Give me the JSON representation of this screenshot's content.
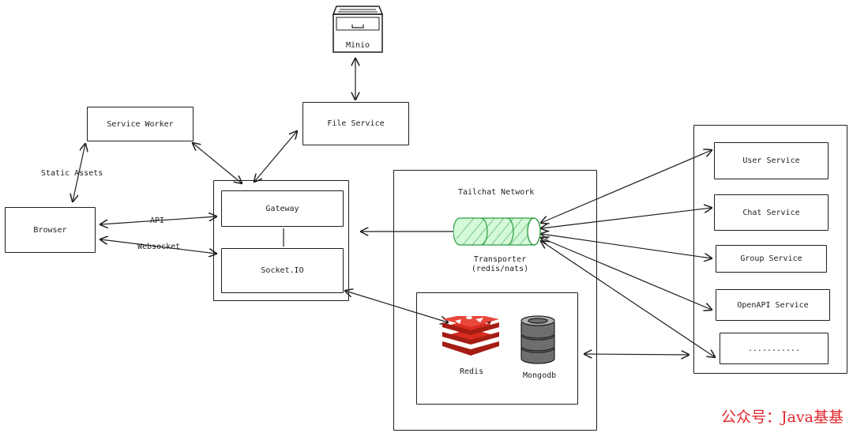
{
  "nodes": {
    "minio": "Minio",
    "service_worker": "Service Worker",
    "file_service": "File Service",
    "browser": "Browser",
    "gateway": "Gateway",
    "socketio": "Socket.IO",
    "tailchat_network": "Tailchat Network",
    "transporter": "Transporter\n(redis/nats)",
    "redis": "Redis",
    "mongodb": "Mongodb",
    "user_service": "User Service",
    "chat_service": "Chat Service",
    "group_service": "Group Service",
    "openapi_service": "OpenAPI Service",
    "more_services": "..........."
  },
  "edges": {
    "static_assets": "Static Assets",
    "api": "API",
    "websocket": "Websocket"
  },
  "watermark": "公众号：Java基基",
  "colors": {
    "stroke": "#1e1e1e",
    "transporter": "#2f9e44",
    "transporter_fill": "#b2f2bb",
    "redis": "#d82c20",
    "mongodb": "#6e6e6e",
    "watermark": "#e0262d"
  },
  "icons": {
    "minio": "file-cabinet-icon",
    "transporter": "message-bus-cylinder-icon",
    "redis": "redis-logo-icon",
    "mongodb": "database-stack-icon"
  }
}
